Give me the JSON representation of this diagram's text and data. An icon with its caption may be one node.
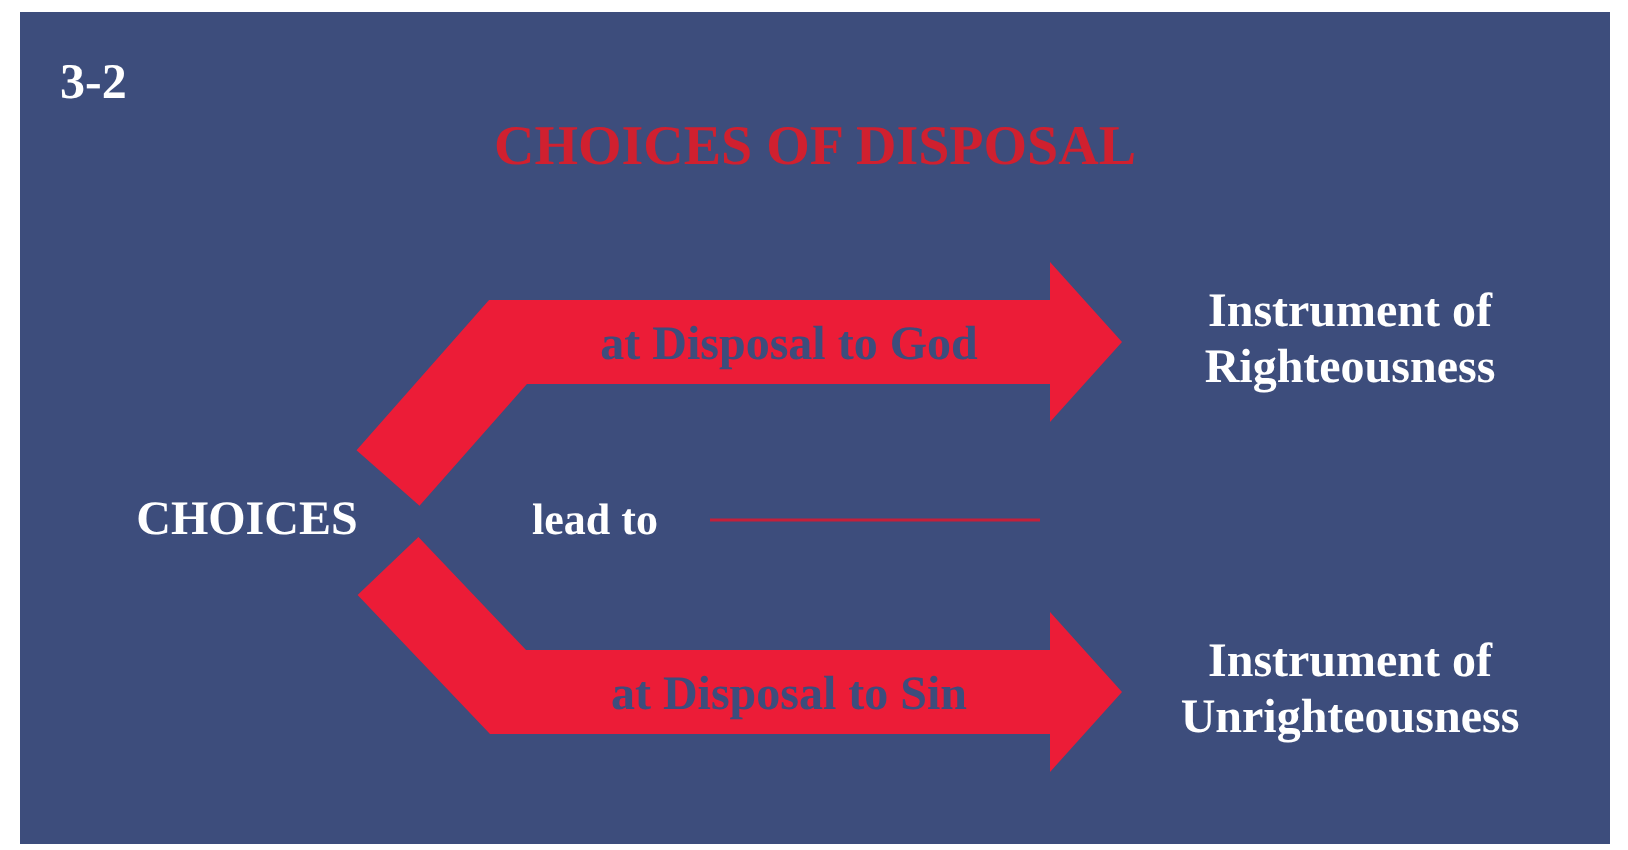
{
  "diagram": {
    "title": "CHOICES OF DISPOSAL",
    "nodes": [
      {
        "text": [
          "CHOICES"
        ]
      },
      {
        "text": [
          "Instrument of Righteousness"
        ]
      },
      {
        "text": [
          "Instrument of Unrighteousness"
        ]
      }
    ],
    "edges": [
      {
        "from": 0,
        "to": 1,
        "arrow": "to",
        "label": "at Disposal to God"
      },
      {
        "from": 0,
        "to": 2,
        "arrow": "to",
        "label": "at Disposal to Sin"
      }
    ],
    "labels": [
      "3-2",
      "lead to"
    ]
  }
}
